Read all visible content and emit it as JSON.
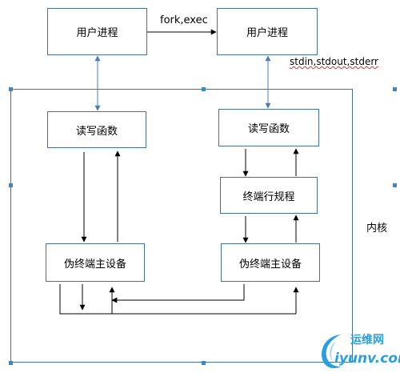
{
  "nodes": {
    "user_process_left": "用户进程",
    "user_process_right": "用户进程",
    "rw_function_left": "读写函数",
    "rw_function_right": "读写函数",
    "line_discipline": "终端行规程",
    "pty_master_left": "伪终端主设备",
    "pty_master_right": "伪终端主设备"
  },
  "labels": {
    "fork_exec": "fork,exec",
    "stdio": "stdin,stdout,stderr",
    "kernel": "内核"
  },
  "watermark": {
    "name": "运维网",
    "domain": "iyunv.com"
  },
  "colors": {
    "box_border": "#41719c",
    "handle": "#2e8bd8",
    "arrow": "#000000",
    "bidirectional_arrow": "#4a7ebb",
    "kernel_border": "#41719c"
  }
}
